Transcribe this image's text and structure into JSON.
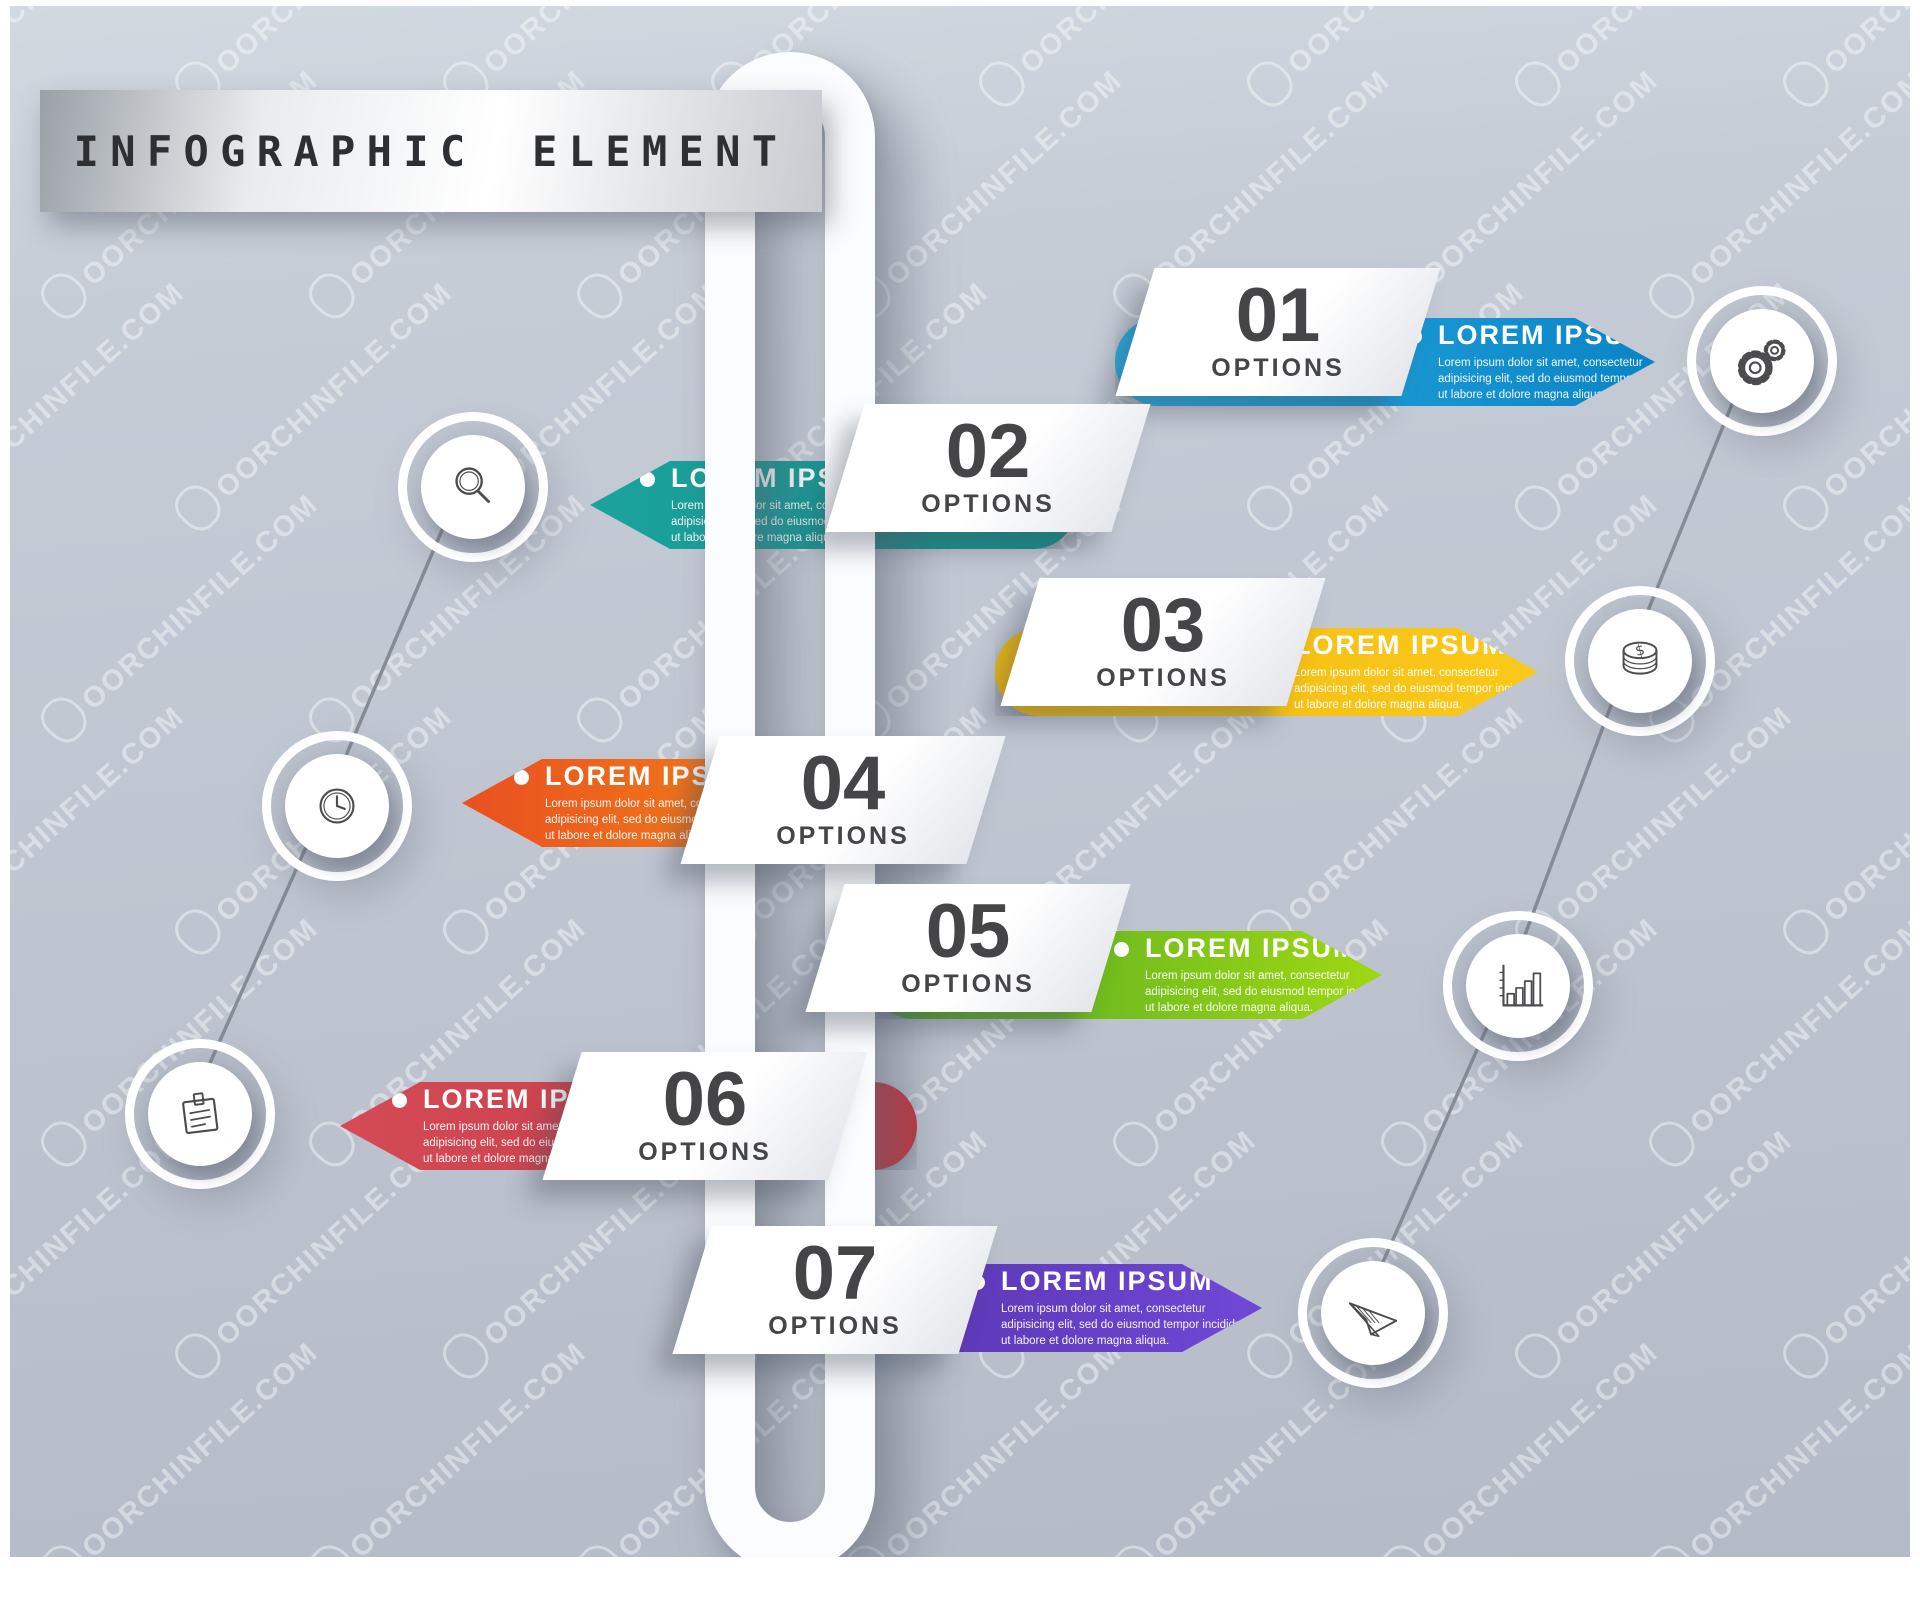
{
  "title": "INFOGRAPHIC ELEMENT",
  "watermark": {
    "text": "OORCHINFILE.COM"
  },
  "background_color": "#c3c9d4",
  "options": [
    {
      "number": "01",
      "label": "OPTIONS",
      "heading": "LOREM IPSUM",
      "body": "Lorem ipsum dolor sit amet, consectetur adipisicing elit, sed do eiusmod tempor incididunt ut labore et dolore magna aliqua.",
      "direction": "right",
      "colors": [
        "#29ace0",
        "#0a84c6"
      ]
    },
    {
      "number": "02",
      "label": "OPTIONS",
      "heading": "LOREM IPSUM",
      "body": "Lorem ipsum dolor sit amet, consectetur adipisicing elit, sed do eiusmod tempor incididunt ut labore et dolore magna aliqua.",
      "direction": "left",
      "colors": [
        "#1ba39d",
        "#12908b"
      ]
    },
    {
      "number": "03",
      "label": "OPTIONS",
      "heading": "LOREM IPSUM",
      "body": "Lorem ipsum dolor sit amet, consectetur adipisicing elit, sed do eiusmod tempor incididunt ut labore et dolore magna aliqua.",
      "direction": "right",
      "colors": [
        "#edb90f",
        "#fbc91a"
      ]
    },
    {
      "number": "04",
      "label": "OPTIONS",
      "heading": "LOREM IPSUM",
      "body": "Lorem ipsum dolor sit amet, consectetur adipisicing elit, sed do eiusmod tempor incididunt ut labore et dolore magna aliqua.",
      "direction": "left",
      "colors": [
        "#e94f20",
        "#f69a14"
      ]
    },
    {
      "number": "05",
      "label": "OPTIONS",
      "heading": "LOREM IPSUM",
      "body": "Lorem ipsum dolor sit amet, consectetur adipisicing elit, sed do eiusmod tempor incididunt ut labore et dolore magna aliqua.",
      "direction": "right",
      "colors": [
        "#4ea627",
        "#9ed813"
      ]
    },
    {
      "number": "06",
      "label": "OPTIONS",
      "heading": "LOREM IPSUM",
      "body": "Lorem ipsum dolor sit amet, consectetur adipisicing elit, sed do eiusmod tempor incididunt ut labore et dolore magna aliqua.",
      "direction": "left",
      "colors": [
        "#d44b56",
        "#c23641"
      ]
    },
    {
      "number": "07",
      "label": "OPTIONS",
      "heading": "LOREM IPSUM",
      "body": "Lorem ipsum dolor sit amet, consectetur adipisicing elit, sed do eiusmod tempor incididunt ut labore et dolore magna aliqua.",
      "direction": "right",
      "colors": [
        "#502da0",
        "#6f48d6"
      ]
    }
  ],
  "icons": {
    "left_chain": [
      "search",
      "clock",
      "note"
    ],
    "right_chain": [
      "gears",
      "dollar-coins",
      "bar-chart",
      "paper-plane"
    ]
  }
}
